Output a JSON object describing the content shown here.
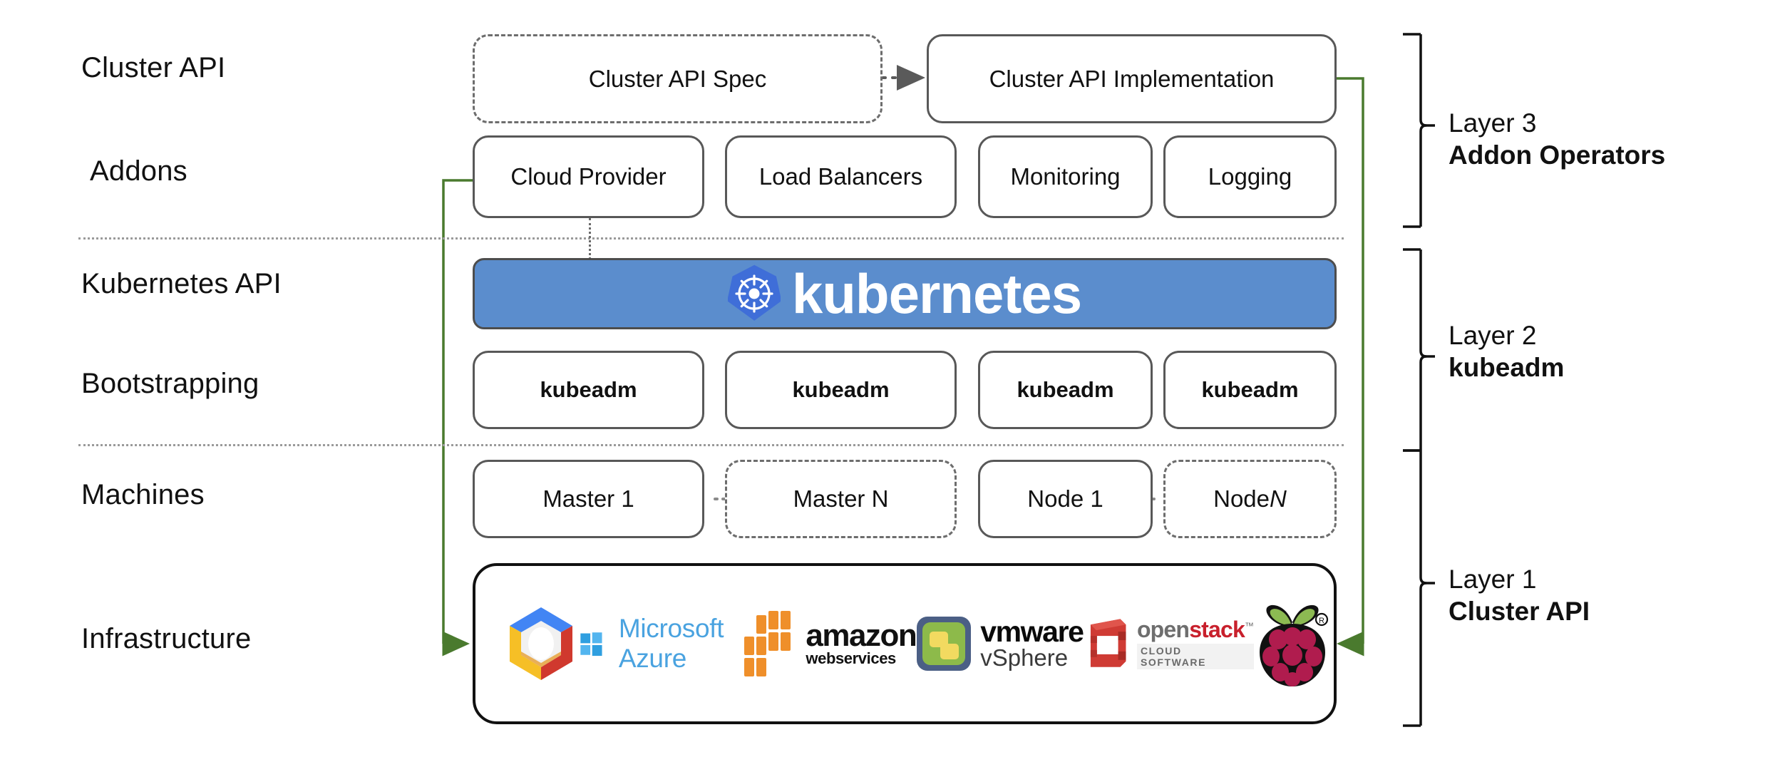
{
  "diagram": {
    "title": "Kubernetes Cluster API layered architecture",
    "accent_green": "#4a7a2e",
    "k8s_blue": "#5b8dcd",
    "k8s_logo_blue": "#3f6ed8"
  },
  "row_labels": [
    {
      "id": "cluster-api",
      "text": "Cluster API"
    },
    {
      "id": "addons",
      "text": "Addons"
    },
    {
      "id": "kubernetes-api",
      "text": "Kubernetes API"
    },
    {
      "id": "bootstrapping",
      "text": "Bootstrapping"
    },
    {
      "id": "machines",
      "text": "Machines"
    },
    {
      "id": "infrastructure",
      "text": "Infrastructure"
    }
  ],
  "cluster_api_row": {
    "spec": {
      "label": "Cluster API Spec",
      "style": "dashed"
    },
    "implementation": {
      "label": "Cluster API Implementation",
      "style": "solid"
    },
    "arrow": "dotted-arrow-right"
  },
  "addons_row": [
    {
      "label": "Cloud Provider",
      "style": "solid"
    },
    {
      "label": "Load Balancers",
      "style": "solid"
    },
    {
      "label": "Monitoring",
      "style": "solid"
    },
    {
      "label": "Logging",
      "style": "solid"
    }
  ],
  "kubernetes_banner": {
    "wordmark": "kubernetes",
    "logo": "kubernetes-helm-icon",
    "background": "#5b8dcd"
  },
  "bootstrapping_row": [
    {
      "label": "kubeadm",
      "style": "solid"
    },
    {
      "label": "kubeadm",
      "style": "solid"
    },
    {
      "label": "kubeadm",
      "style": "solid"
    },
    {
      "label": "kubeadm",
      "style": "solid"
    }
  ],
  "machines_row": [
    {
      "label": "Master 1",
      "style": "solid",
      "italic_tail": ""
    },
    {
      "label": "Master N",
      "style": "dashed",
      "italic_tail": ""
    },
    {
      "label": "Node 1",
      "style": "solid",
      "italic_tail": ""
    },
    {
      "label": "Node ",
      "style": "dashed",
      "italic_tail": "N"
    }
  ],
  "infrastructure_row": {
    "providers": [
      {
        "name": "Google Cloud Platform",
        "icon": "google-cloud-icon"
      },
      {
        "name": "Microsoft Azure",
        "icon": "microsoft-azure-icon",
        "text": "Microsoft Azure"
      },
      {
        "name": "Amazon Web Services",
        "icon": "aws-icon",
        "text_top": "amazon",
        "text_bottom": "webservices"
      },
      {
        "name": "VMware vSphere",
        "icon": "vmware-icon",
        "text_top": "vmware",
        "text_bottom": "vSphere"
      },
      {
        "name": "OpenStack",
        "icon": "openstack-icon",
        "text_open": "open",
        "text_stack": "stack",
        "text_bottom": "CLOUD SOFTWARE"
      },
      {
        "name": "Raspberry Pi",
        "icon": "raspberry-pi-icon"
      }
    ]
  },
  "layers": [
    {
      "id": "layer-3",
      "number": "Layer 3",
      "name": "Addon Operators"
    },
    {
      "id": "layer-2",
      "number": "Layer 2",
      "name": "kubeadm"
    },
    {
      "id": "layer-1",
      "number": "Layer 1",
      "name": "Cluster API"
    }
  ]
}
